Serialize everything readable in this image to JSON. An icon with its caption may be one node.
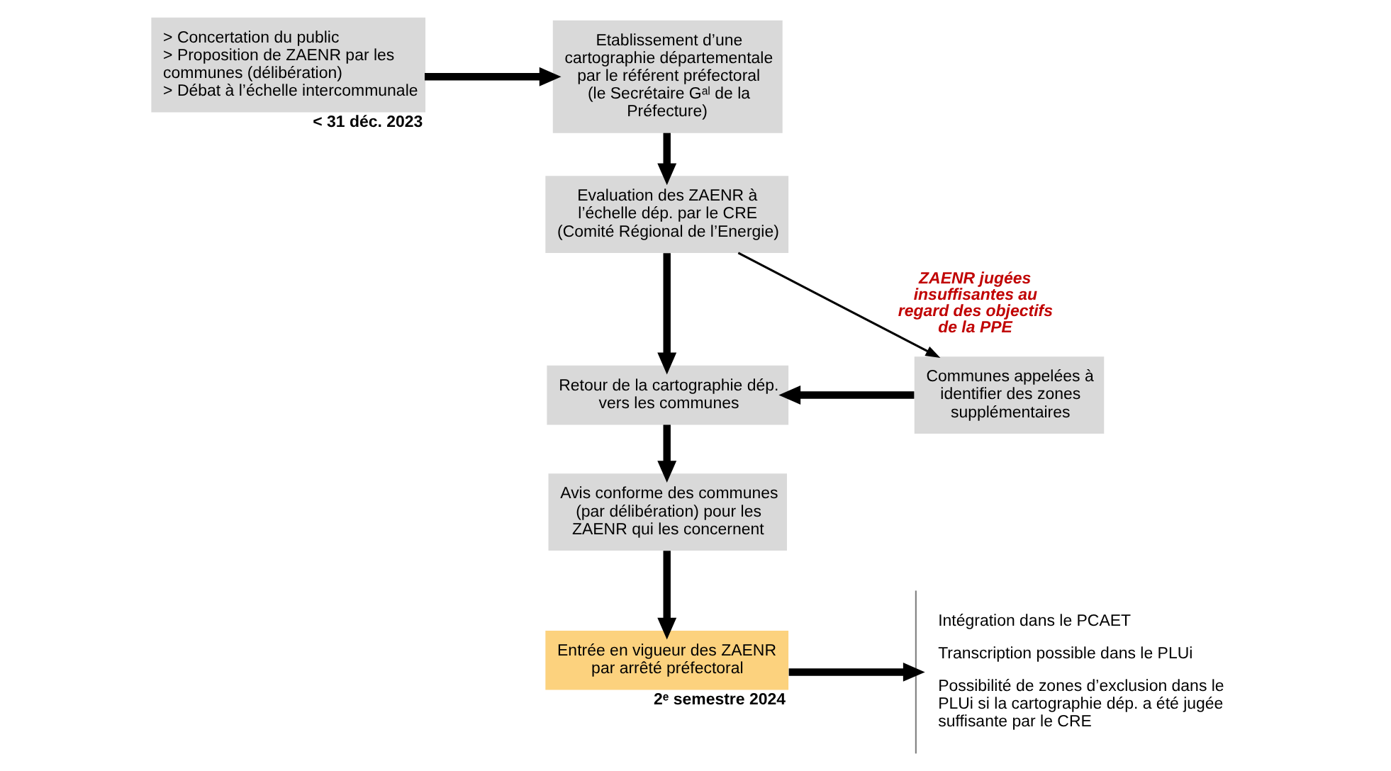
{
  "diagram": {
    "nodes": [
      {
        "text": [
          "> Concertation du public",
          "> Proposition de ZAENR par les communes (délibération)",
          "> Débat à l’échelle intercommunale"
        ],
        "beside": [
          "< 31 déc. 2023"
        ]
      },
      {
        "text": [
          "Etablissement d’une cartographie départementale par le référent préfectoral (le Secrétaire Gᵃˡ de la Préfecture)"
        ]
      },
      {
        "text": [
          "Evaluation des ZAENR à l’échelle dép. par le CRE (Comité Régional de l’Energie)"
        ]
      },
      {
        "text": [
          "Retour de la cartographie dép. vers les communes"
        ]
      },
      {
        "text": [
          "Communes appelées à identifier des zones supplémentaires"
        ]
      },
      {
        "text": [
          "Avis conforme des communes (par délibération) pour les ZAENR qui les concernent"
        ]
      },
      {
        "text": [
          "Entrée en vigueur des ZAENR par arrêté préfectoral"
        ],
        "beside": [
          "2ᵉ semestre 2024"
        ]
      },
      {
        "text": [
          "Intégration dans le PCAET",
          "Transcription possible dans le PLUi",
          "Possibilité de zones d’exclusion dans le PLUi si la cartographie dép. a été jugée suffisante par le CRE"
        ]
      }
    ],
    "edges": [
      {
        "from": 0,
        "to": 1,
        "arrow": "to"
      },
      {
        "from": 1,
        "to": 2,
        "arrow": "to"
      },
      {
        "from": 2,
        "to": 4,
        "arrow": "to",
        "label": "ZAENR jugées insuffisantes au regard des objectifs de la PPE"
      },
      {
        "from": 2,
        "to": 3,
        "arrow": "to"
      },
      {
        "from": 4,
        "to": 3,
        "arrow": "to"
      },
      {
        "from": 3,
        "to": 5,
        "arrow": "to"
      },
      {
        "from": 5,
        "to": 6,
        "arrow": "to"
      },
      {
        "from": 6,
        "to": 7,
        "arrow": "to"
      }
    ]
  }
}
